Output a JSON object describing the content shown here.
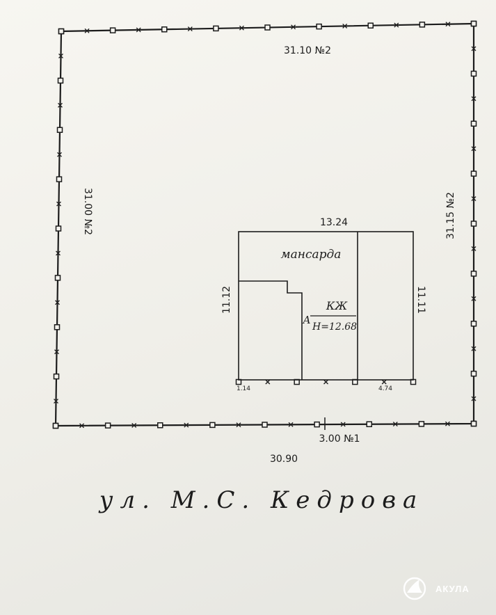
{
  "plot": {
    "top_label": "31.10 №2",
    "left_label": "31.00 №2",
    "right_label": "31.15 №2",
    "bottom_label": "30.90",
    "bottom_segment_label": "3.00 №1"
  },
  "building": {
    "width_label": "13.24",
    "left_height_label": "11.12",
    "right_height_label": "11.11",
    "bottom_left_label": "1.14",
    "bottom_right_label": "4.74",
    "attic_label": "мансарда",
    "type_label": "КЖ",
    "height_label": "H=12.68",
    "marker_letter": "А"
  },
  "street_label": "ул.  М.С.  Кедрова",
  "watermark": {
    "brand": "АКУЛА",
    "icon": "shark-fin-icon"
  },
  "colors": {
    "ink": "#1c1c1c",
    "paper": "#f4f3ee"
  }
}
